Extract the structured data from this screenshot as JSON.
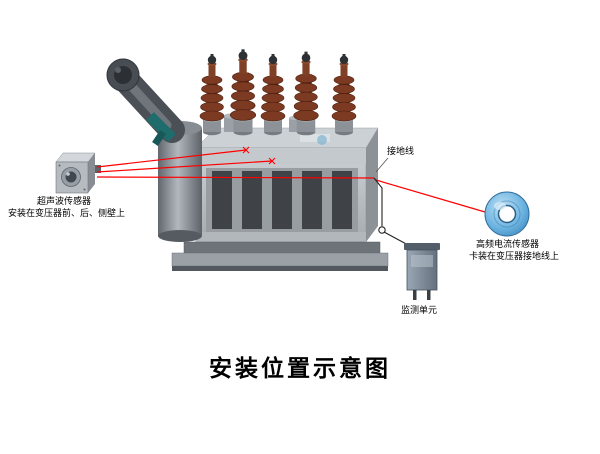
{
  "diagram": {
    "title": "安装位置示意图",
    "ultrasonic_sensor": {
      "name": "超声波传感器",
      "desc": "安装在变压器前、后、侧壁上"
    },
    "hf_sensor": {
      "name": "高频电流传感器",
      "desc": "卡装在变压器接地线上"
    },
    "ground_wire_label": "接地线",
    "monitor_unit_label": "监测单元",
    "colors": {
      "connection_line": "#ff0000",
      "hf_sensor_ring": "#5aaede",
      "bushing_brown": "#7a3a20",
      "tank_gray": "#b0b5ba"
    }
  }
}
